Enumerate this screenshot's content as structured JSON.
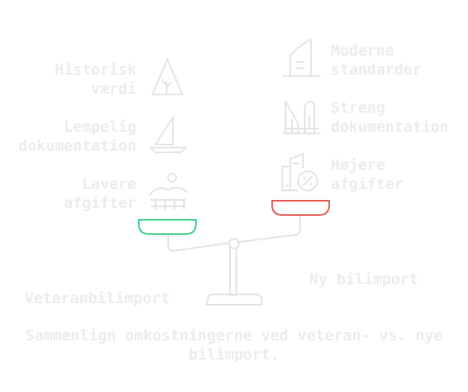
{
  "left_factors": [
    {
      "line1": "Historisk",
      "line2": "værdi",
      "icon": "mountain-icon"
    },
    {
      "line1": "Lempelig",
      "line2": "dokumentation",
      "icon": "sailboat-icon"
    },
    {
      "line1": "Lavere",
      "line2": "afgifter",
      "icon": "sunset-field-icon"
    }
  ],
  "right_factors": [
    {
      "line1": "Moderne",
      "line2": "standarder",
      "icon": "modern-building-icon"
    },
    {
      "line1": "Streng",
      "line2": "dokumentation",
      "icon": "industry-icon"
    },
    {
      "line1": "Højere",
      "line2": "afgifter",
      "icon": "percentage-building-icon"
    }
  ],
  "left_label": "Veteranbilimport",
  "right_label": "Ny bilimport",
  "caption_line1": "Sammenlign omkostningerne ved veteran- vs. nye",
  "caption_line2": "bilimport.",
  "colors": {
    "left_pan": "#3ecf8e",
    "right_pan": "#e35d55",
    "structure": "#e4e4e4",
    "text": "#ececec"
  }
}
